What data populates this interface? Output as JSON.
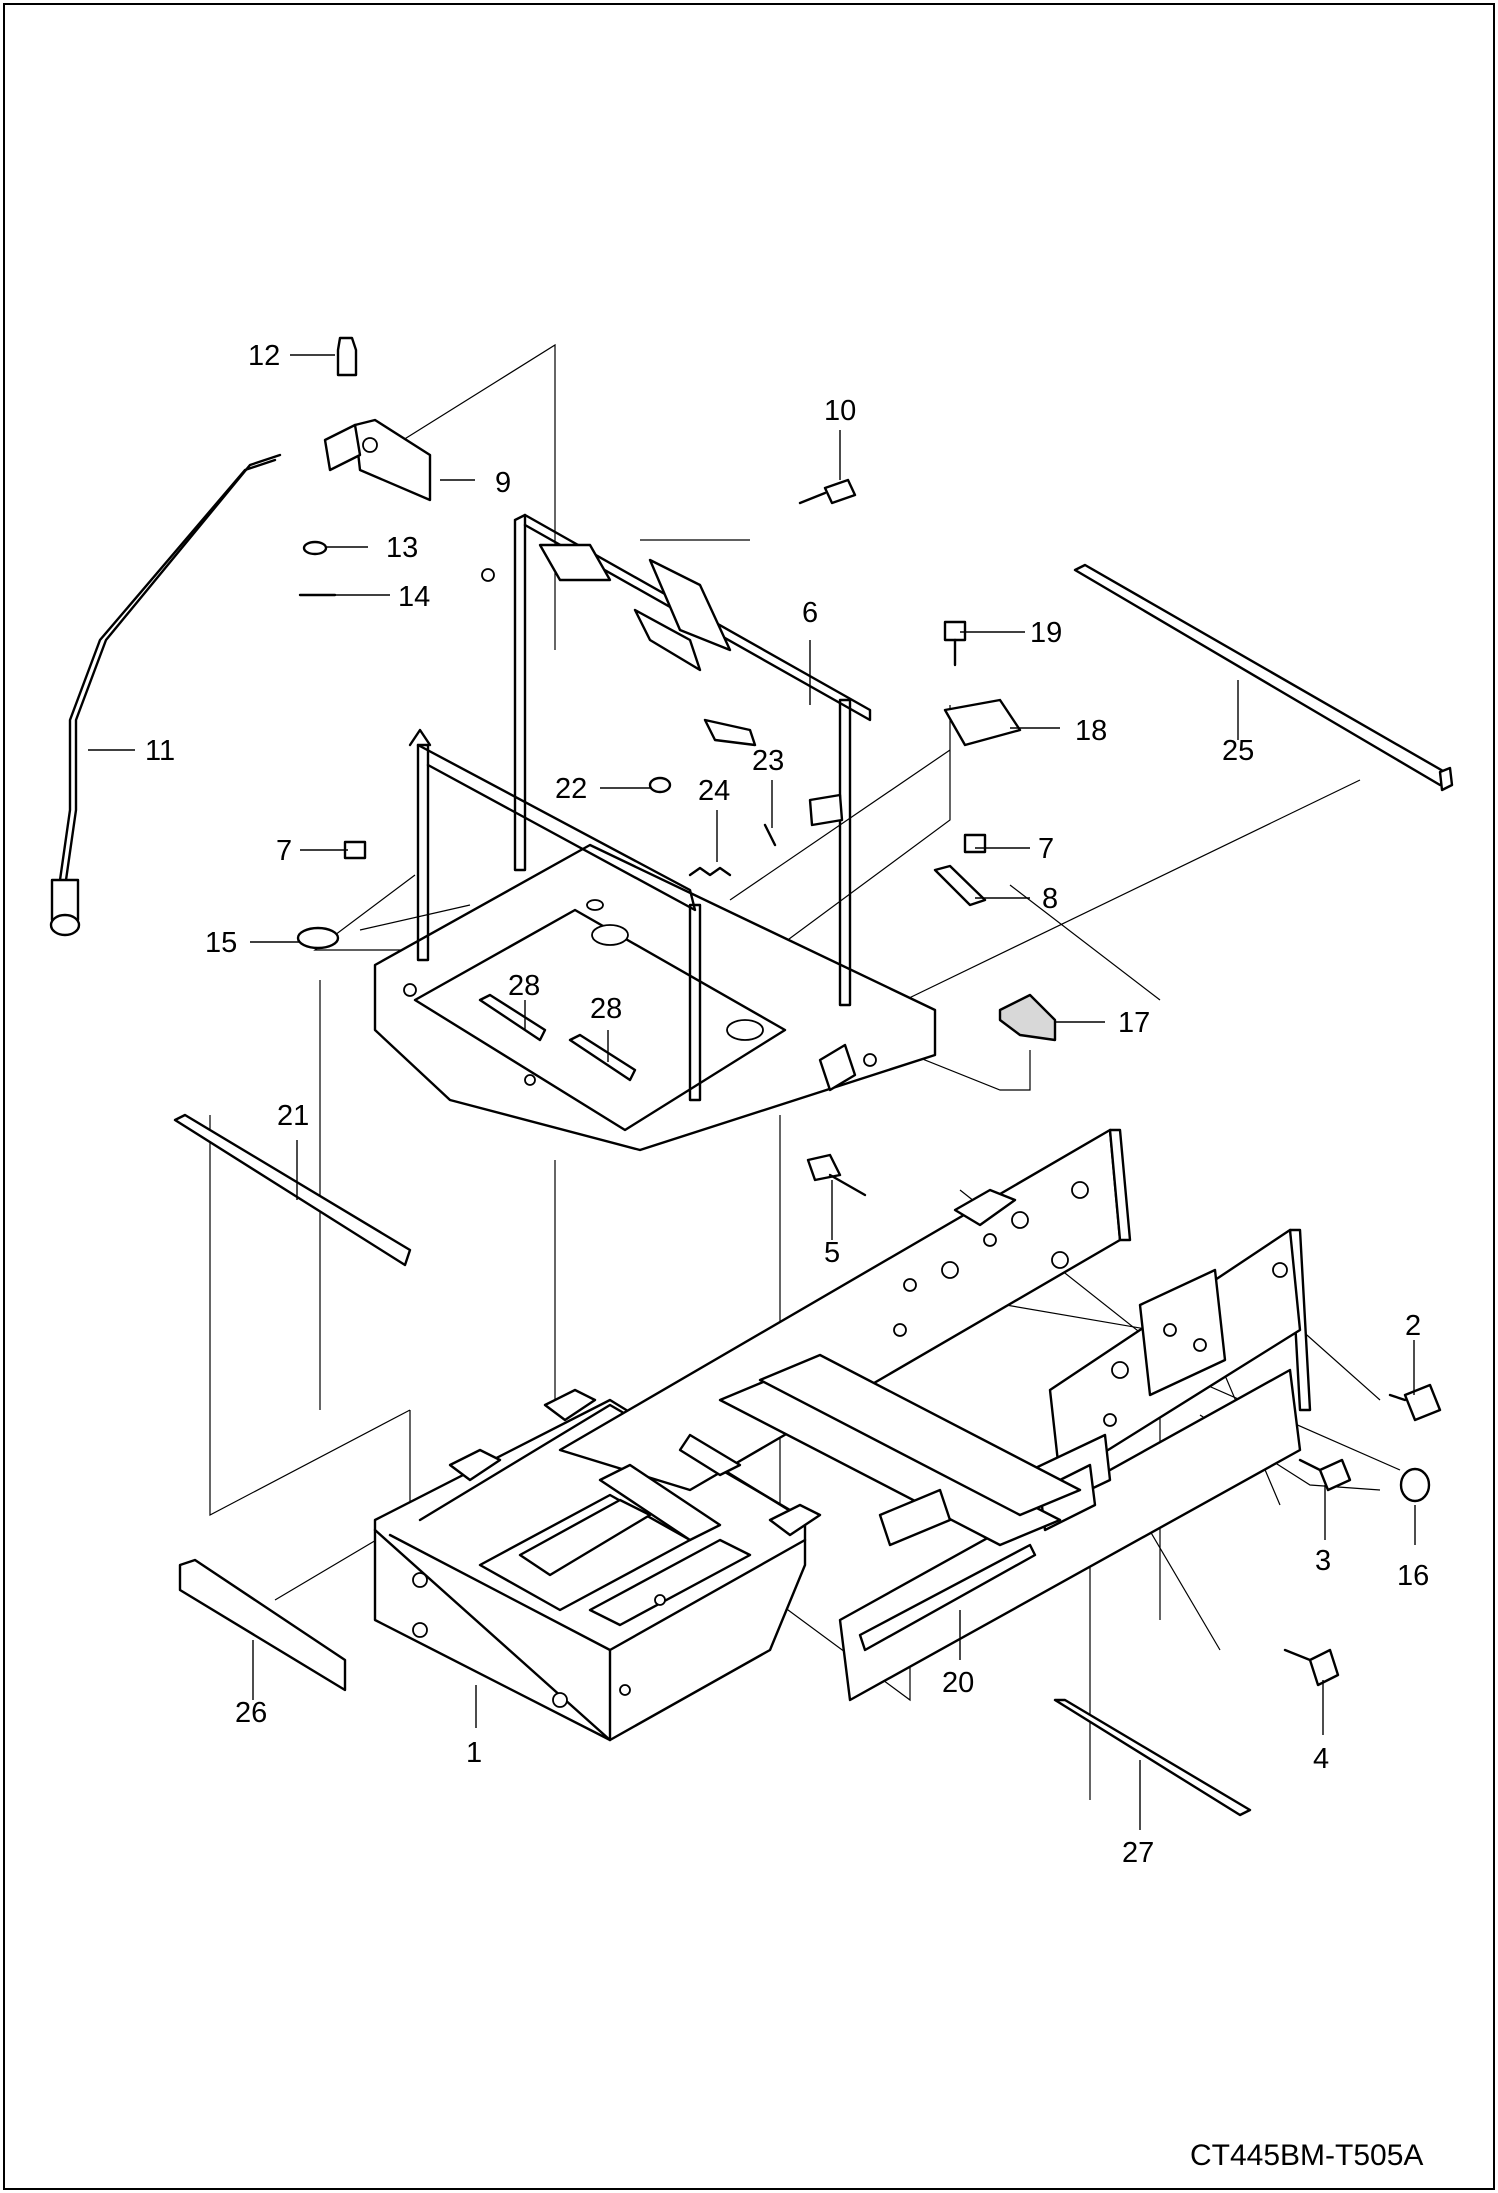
{
  "drawing_code": "CT445BM-T505A",
  "callouts": {
    "c1": "1",
    "c2": "2",
    "c3": "3",
    "c4": "4",
    "c5": "5",
    "c6": "6",
    "c7a": "7",
    "c7b": "7",
    "c8": "8",
    "c9": "9",
    "c10": "10",
    "c11": "11",
    "c12": "12",
    "c13": "13",
    "c14": "14",
    "c15": "15",
    "c16": "16",
    "c17": "17",
    "c18": "18",
    "c19": "19",
    "c20": "20",
    "c21": "21",
    "c22": "22",
    "c23": "23",
    "c24": "24",
    "c25": "25",
    "c26": "26",
    "c27": "27",
    "c28a": "28",
    "c28b": "28"
  }
}
